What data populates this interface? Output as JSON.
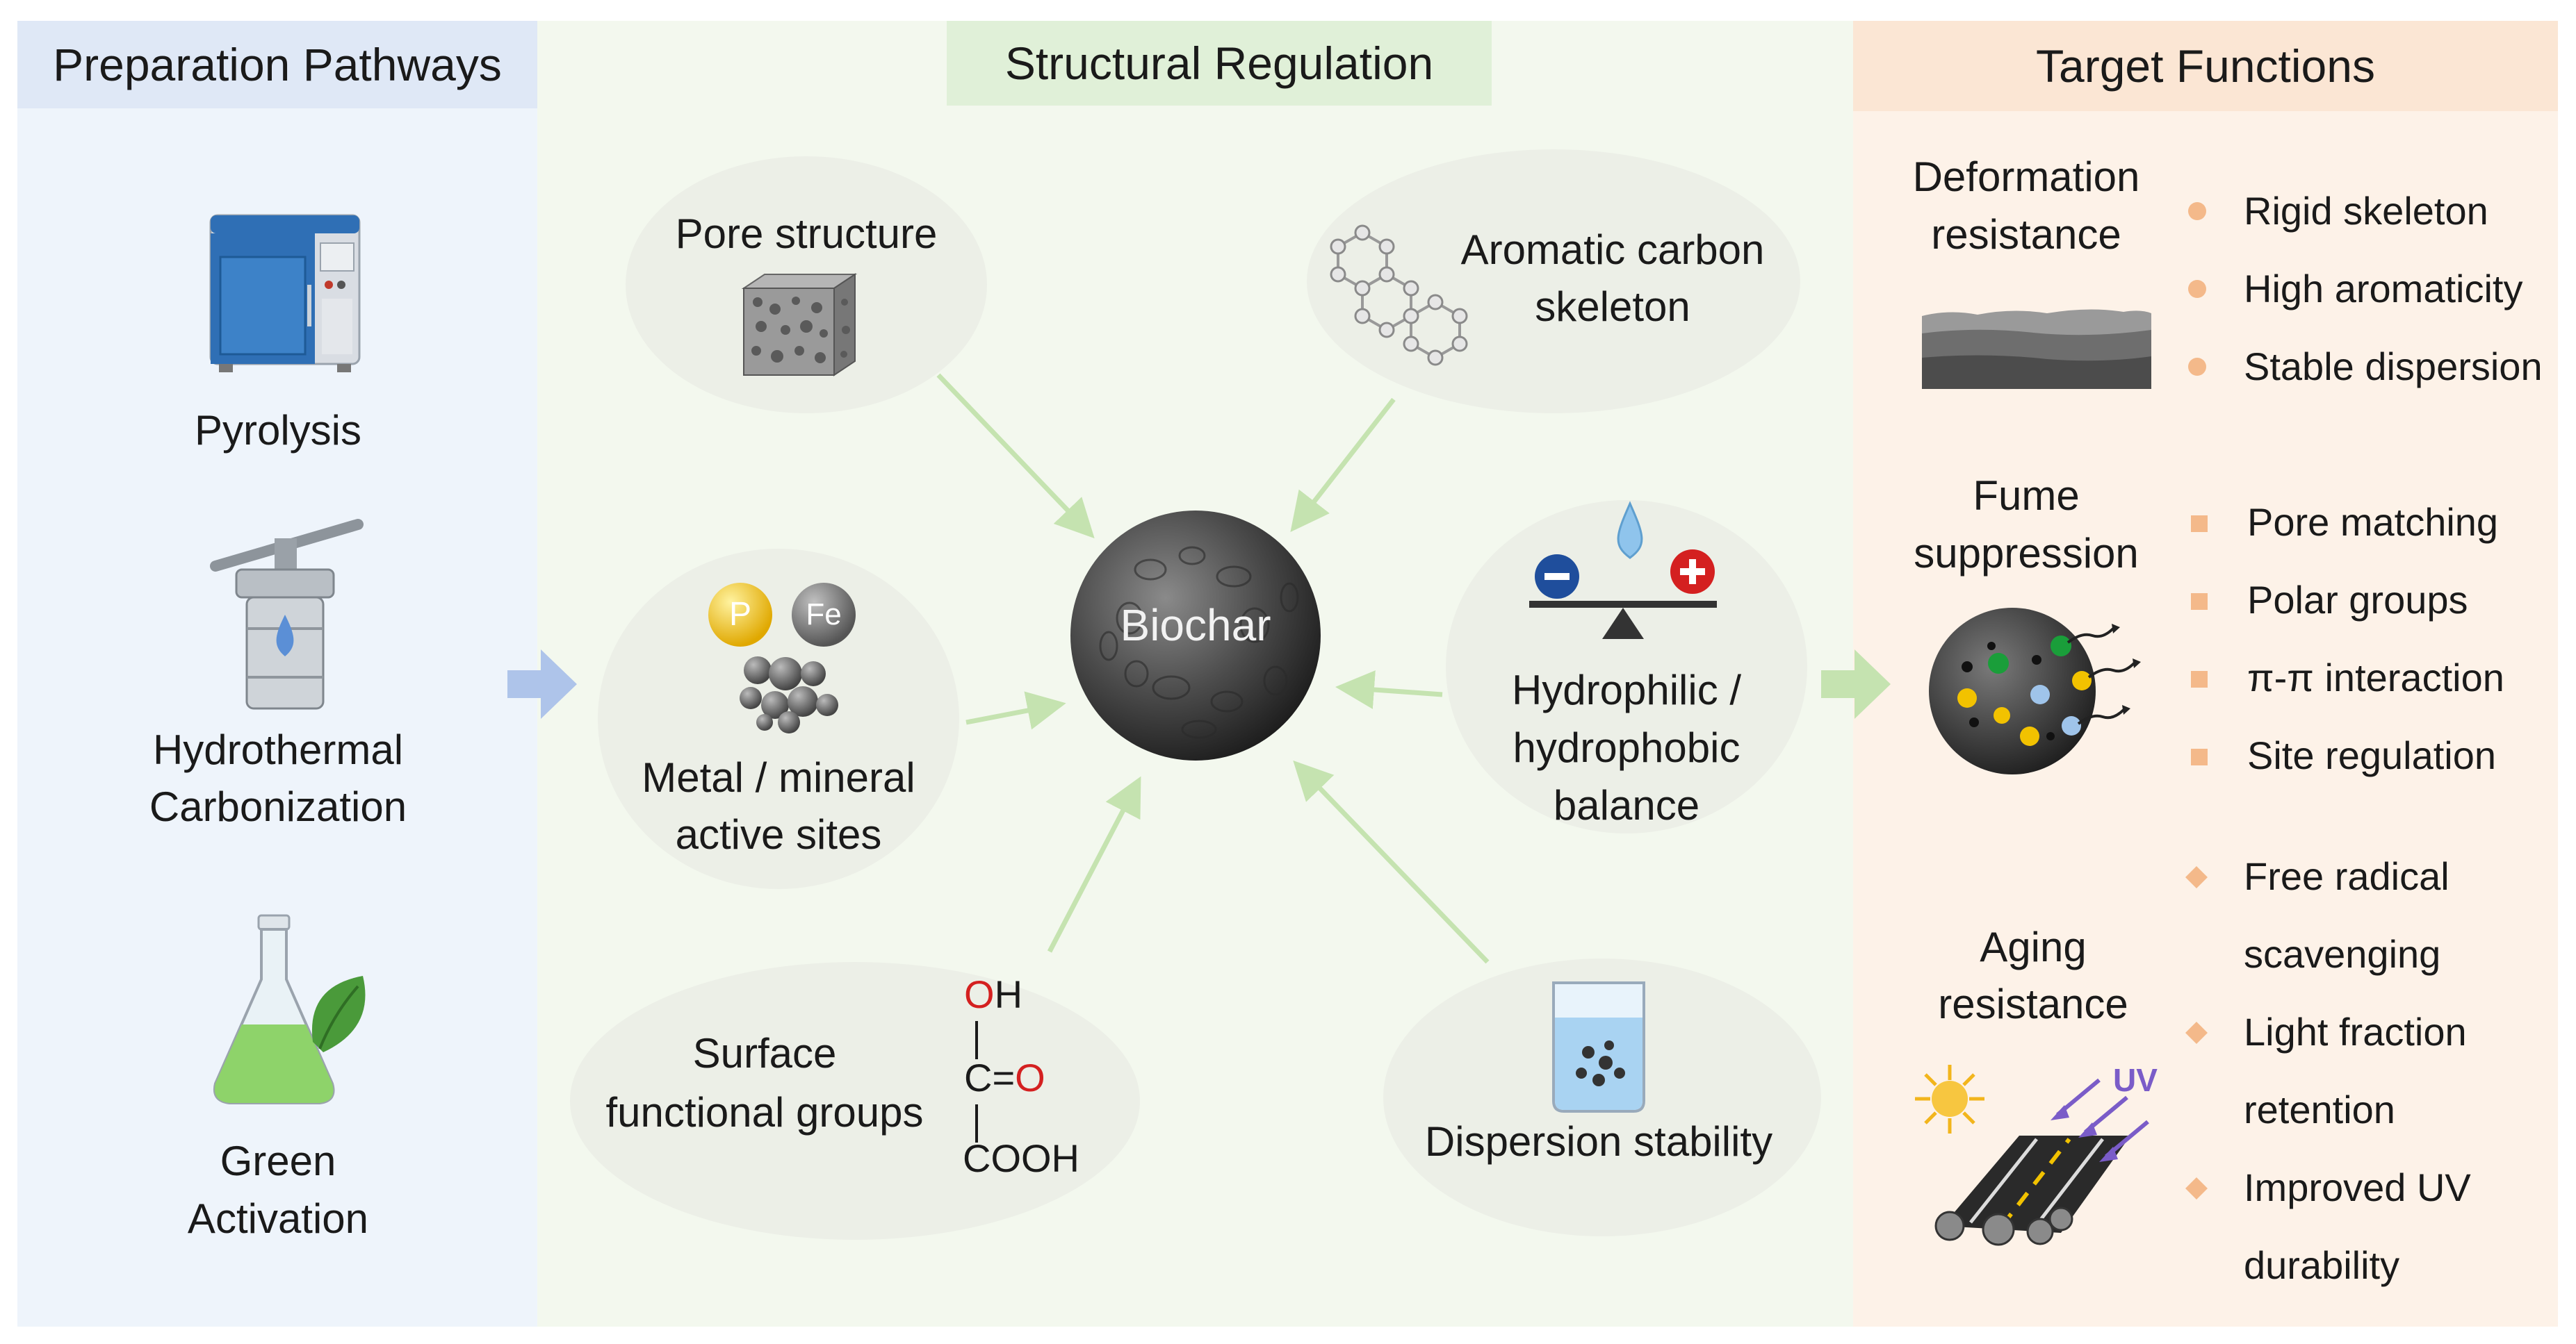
{
  "panels": {
    "left": {
      "title": "Preparation Pathways",
      "bg": "#eef4fb",
      "header_bg": "#dfe8f6"
    },
    "middle": {
      "title": "Structural Regulation",
      "bg": "#f3f8ee",
      "header_bg": "#e0f0d8"
    },
    "right": {
      "title": "Target Functions",
      "bg": "#fdf2e8",
      "header_bg": "#fbe6d4"
    }
  },
  "pathways": [
    {
      "label": "Pyrolysis",
      "icon": "oven-icon"
    },
    {
      "label": "Hydrothermal Carbonization",
      "line1": "Hydrothermal",
      "line2": "Carbonization",
      "icon": "autoclave-icon"
    },
    {
      "label": "Green Activation",
      "line1": "Green",
      "line2": "Activation",
      "icon": "flask-leaf-icon"
    }
  ],
  "center": {
    "label": "Biochar"
  },
  "factors": {
    "pore": {
      "label": "Pore structure"
    },
    "aromatic": {
      "line1": "Aromatic carbon",
      "line2": "skeleton"
    },
    "metal": {
      "line1": "Metal / mineral",
      "line2": "active sites",
      "p": "P",
      "fe": "Fe"
    },
    "hydro": {
      "line1": "Hydrophilic /",
      "line2": "hydrophobic",
      "line3": "balance"
    },
    "surface": {
      "line1": "Surface",
      "line2": "functional groups",
      "oh_o": "O",
      "oh_h": "H",
      "c": "C=",
      "o": "O",
      "cooh": "COOH"
    },
    "dispersion": {
      "label": "Dispersion stability"
    }
  },
  "functions": {
    "deformation": {
      "line1": "Deformation",
      "line2": "resistance",
      "items": [
        "Rigid skeleton",
        "High aromaticity",
        "Stable dispersion"
      ]
    },
    "fume": {
      "line1": "Fume",
      "line2": "suppression",
      "items": [
        "Pore matching",
        "Polar groups",
        "π-π interaction",
        "Site regulation"
      ]
    },
    "aging": {
      "line1": "Aging",
      "line2": "resistance",
      "uv": "UV",
      "items": [
        "Free radical",
        "scavenging",
        "Light fraction",
        "retention",
        "Improved UV",
        "durability"
      ]
    }
  },
  "colors": {
    "arrow_green": "#c5e3b0",
    "arrow_blue": "#aec4ea",
    "bullet": "#f4b98a",
    "accent_red": "#d42020"
  }
}
